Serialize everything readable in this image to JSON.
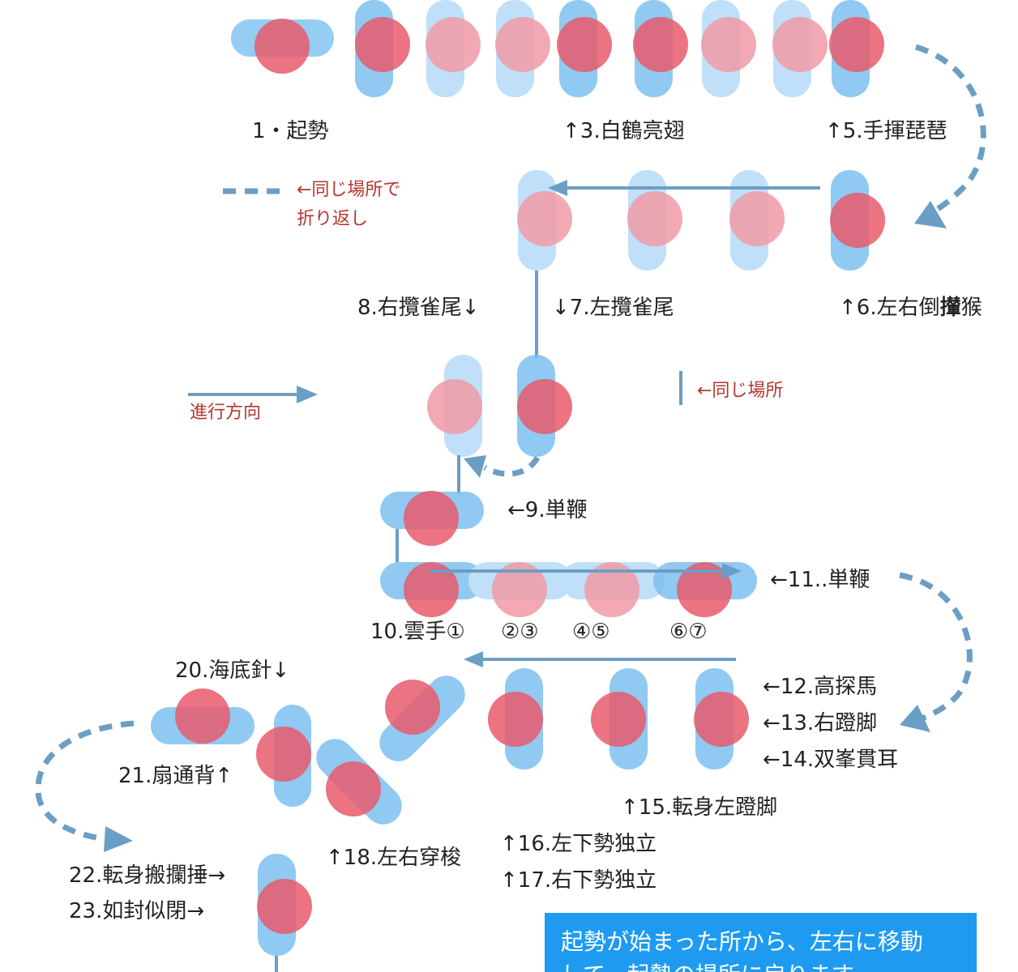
{
  "colors": {
    "foot": "#7cc0ef",
    "foot_light": "#bfe0f8",
    "body": "#e85a6c",
    "body_light": "#f09aa6",
    "arrow": "#6b9ec4",
    "note": "#b3372e",
    "box": "#1e9bf0"
  },
  "labels": {
    "l1": "1・起勢",
    "l3": "↑3.白鶴亮翅",
    "l5": "↑5.手揮琵琶",
    "l6a": "↑6.左右倒",
    "l6b": "攆",
    "l6c": "猴",
    "l7": "↓7.左攬雀尾",
    "l8": "8.右攬雀尾↓",
    "l9": "←9.単鞭",
    "l10": "10.雲手①",
    "l10b": "②③",
    "l10c": "④⑤",
    "l10d": "⑥⑦",
    "l11": "←11..単鞭",
    "l12": "←12.高探馬",
    "l13": "←13.右蹬脚",
    "l14": "←14.双峯貫耳",
    "l15": "↑15.転身左蹬脚",
    "l16": "↑16.左下勢独立",
    "l17": "↑17.右下勢独立",
    "l18": "↑18.左右穿梭",
    "l20": "20.海底針↓",
    "l21": "21.扇通背↑",
    "l22": "22.転身搬攔捶→",
    "l23": "23.如封似閉→"
  },
  "notes": {
    "turn_line1": "←同じ場所で",
    "turn_line2": "折り返し",
    "same_place": "←同じ場所",
    "direction": "進行方向"
  },
  "info_box": {
    "line1": "起勢が始まった所から、左右に移動",
    "line2": "して、起勢の場所に戻ります。"
  }
}
